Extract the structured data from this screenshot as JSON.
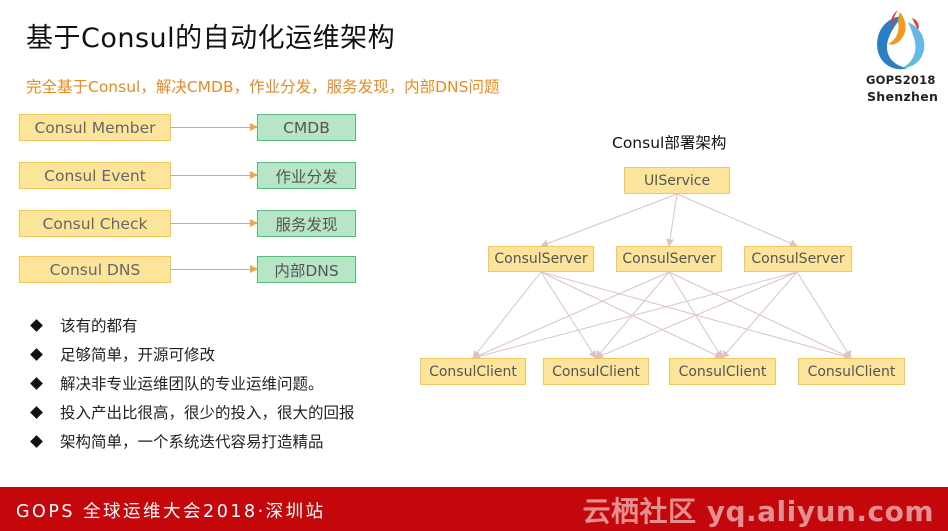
{
  "slide": {
    "title": "基于Consul的自动化运维架构",
    "subtitle": "完全基于Consul，解决CMDB，作业分发，服务发现，内部DNS问题"
  },
  "logo": {
    "line1": "GOPS2018",
    "line2": "Shenzhen",
    "colors": {
      "red": "#e8392b",
      "orange": "#f39a1e",
      "blue": "#2a7fc2",
      "lightblue": "#62b8e8"
    }
  },
  "mapping": [
    {
      "from": "Consul Member",
      "to": "CMDB"
    },
    {
      "from": "Consul Event",
      "to": "作业分发"
    },
    {
      "from": "Consul Check",
      "to": "服务发现"
    },
    {
      "from": "Consul DNS",
      "to": "内部DNS"
    }
  ],
  "bullets": [
    "该有的都有",
    "足够简单，开源可修改",
    "解决非专业运维团队的专业运维问题。",
    "投入产出比很高，很少的投入，很大的回报",
    "架构简单，一个系统迭代容易打造精品"
  ],
  "diagram": {
    "title": "Consul部署架构",
    "top": "UIService",
    "servers": [
      "ConsulServer",
      "ConsulServer",
      "ConsulServer"
    ],
    "clients": [
      "ConsulClient",
      "ConsulClient",
      "ConsulClient",
      "ConsulClient"
    ]
  },
  "footer": {
    "text": "GOPS 全球运维大会2018·深圳站",
    "watermark": "云栖社区 yq.aliyun.com"
  },
  "colors": {
    "accent_orange": "#ea8a1e",
    "box_yellow": "#fde49b",
    "box_green": "#b6e6c6",
    "footer_red": "#c4070b",
    "link_pink": "#ddc3c8"
  }
}
